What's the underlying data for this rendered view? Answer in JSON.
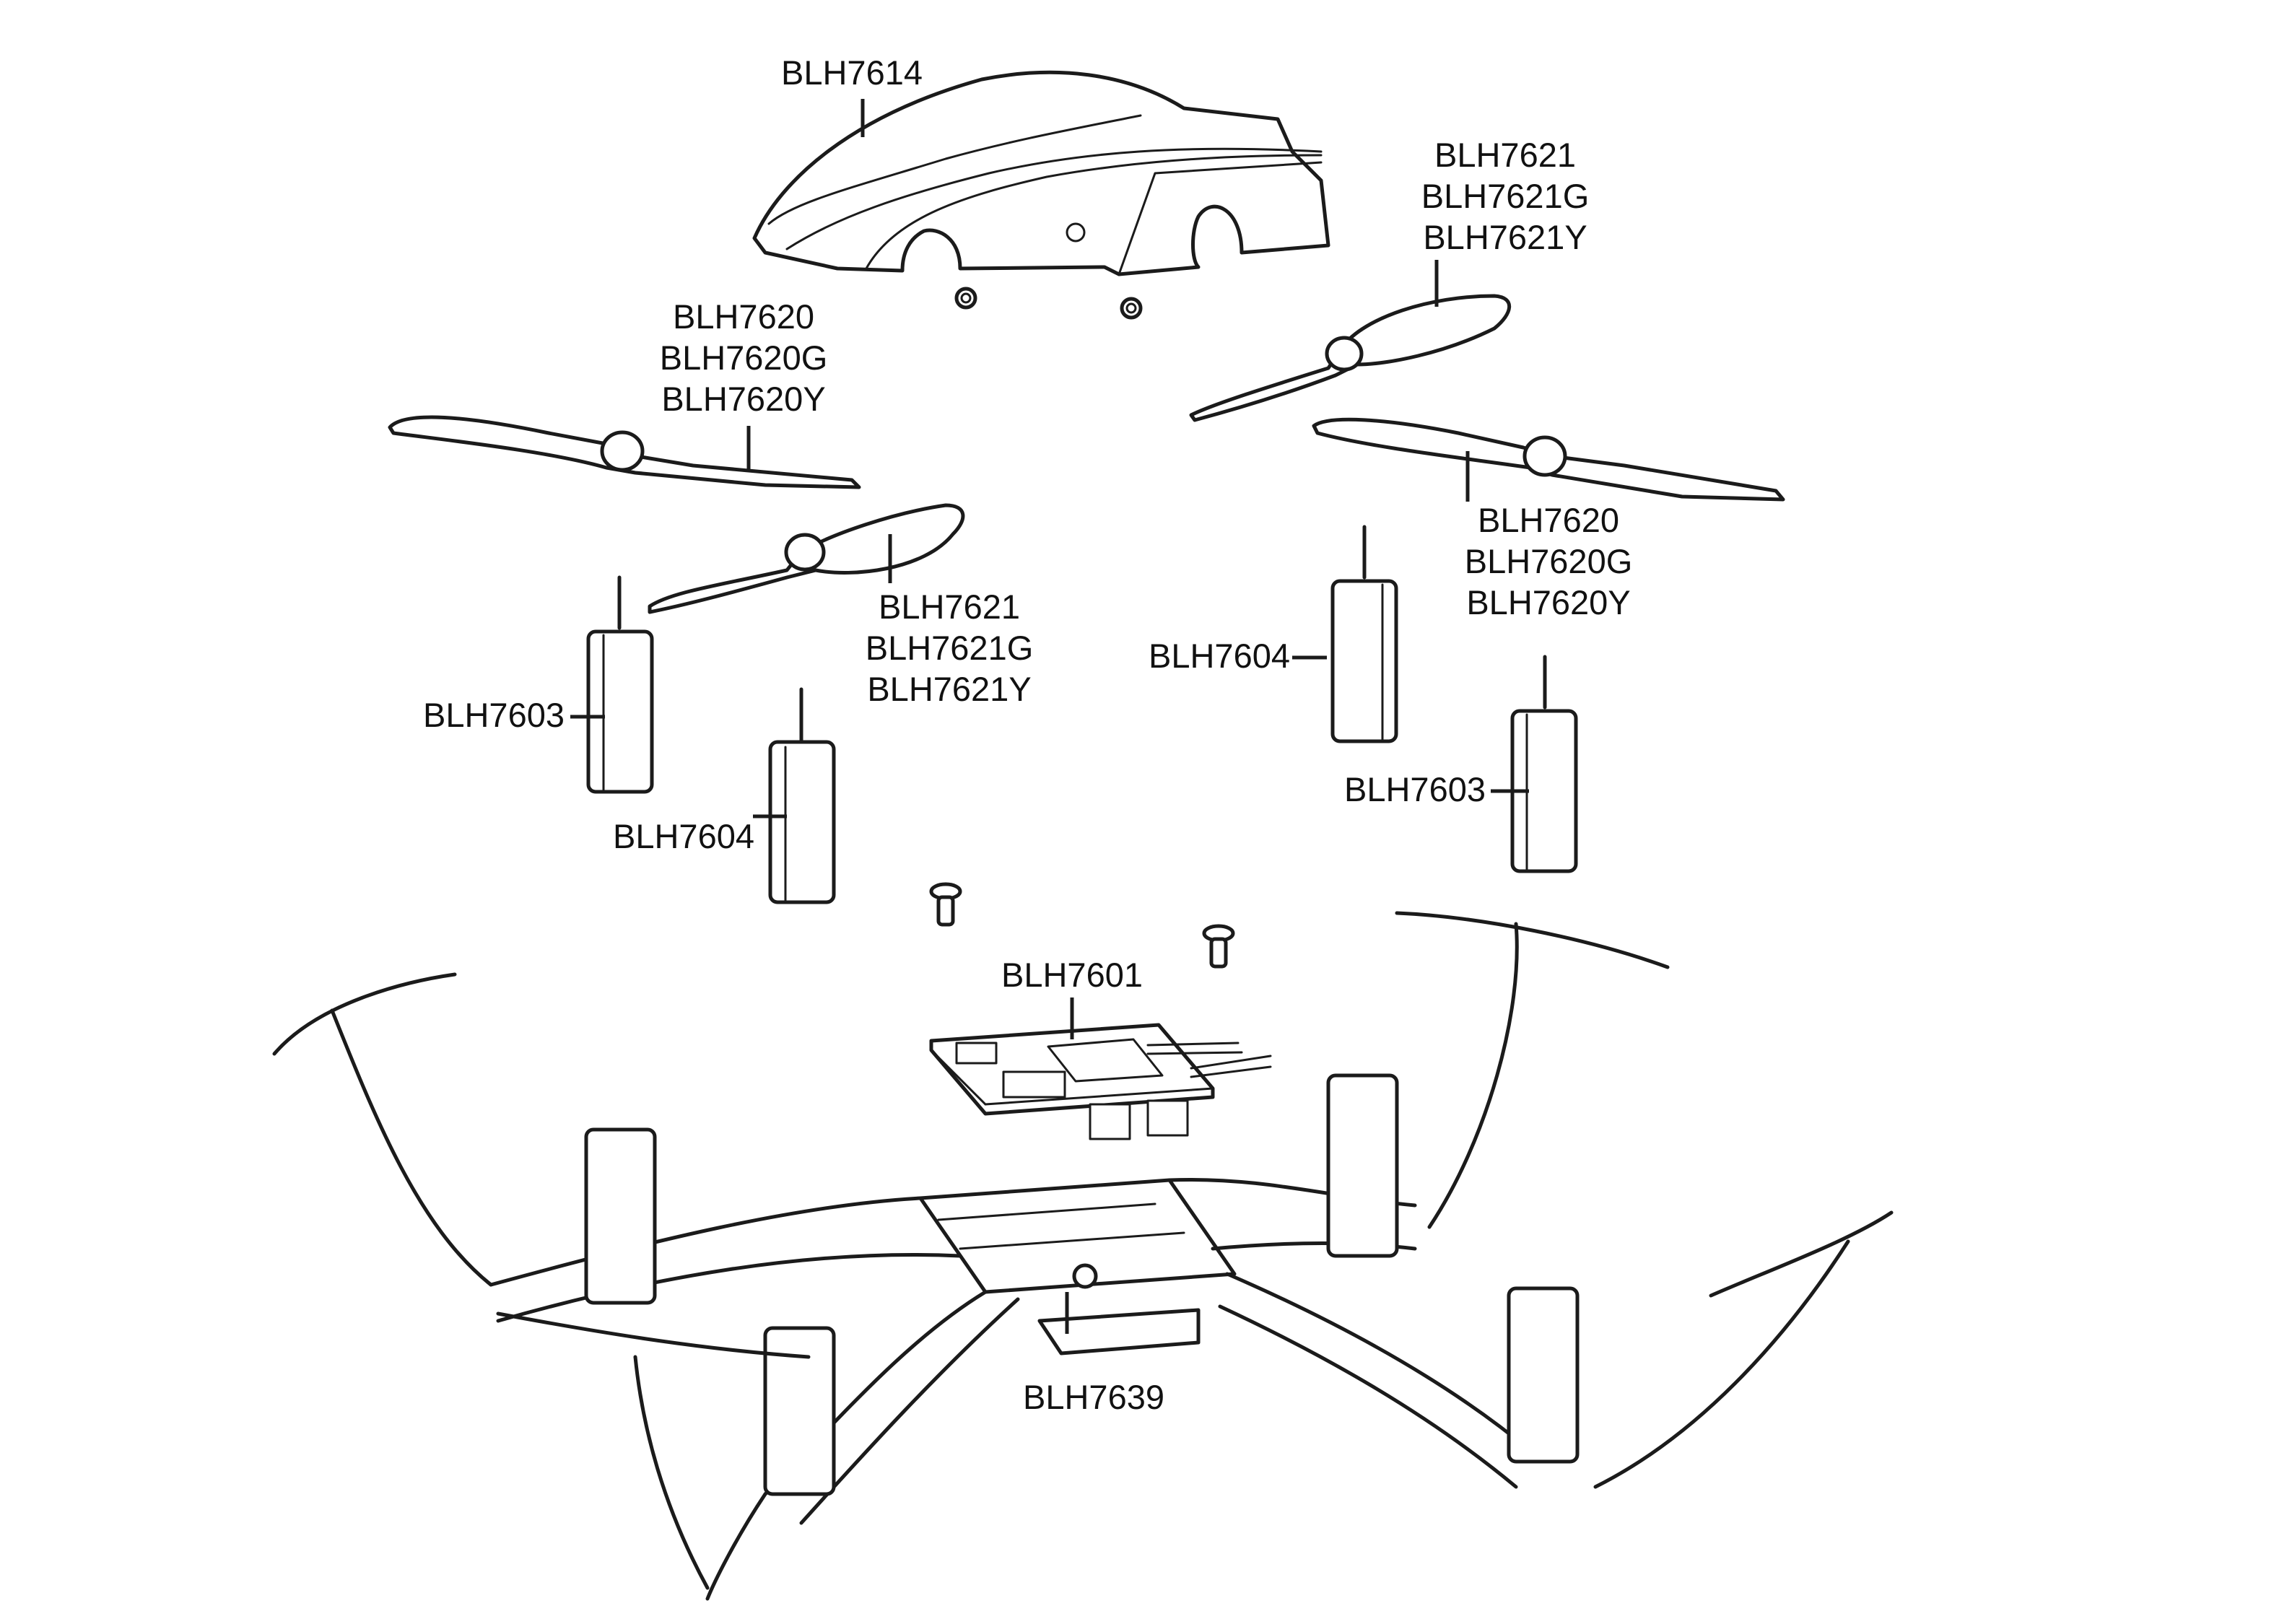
{
  "diagram": {
    "type": "exploded-parts-view",
    "colors": {
      "line": "#1b1b1b",
      "background": "#ffffff"
    }
  },
  "parts": {
    "canopy": {
      "codes": [
        "BLH7614"
      ]
    },
    "prop_left_a": {
      "codes": [
        "BLH7620",
        "BLH7620G",
        "BLH7620Y"
      ]
    },
    "prop_right_a": {
      "codes": [
        "BLH7621",
        "BLH7621G",
        "BLH7621Y"
      ]
    },
    "prop_left_b": {
      "codes": [
        "BLH7621",
        "BLH7621G",
        "BLH7621Y"
      ]
    },
    "prop_right_b": {
      "codes": [
        "BLH7620",
        "BLH7620G",
        "BLH7620Y"
      ]
    },
    "motor_left_a": {
      "codes": [
        "BLH7603"
      ]
    },
    "motor_left_b": {
      "codes": [
        "BLH7604"
      ]
    },
    "motor_right_a": {
      "codes": [
        "BLH7604"
      ]
    },
    "motor_right_b": {
      "codes": [
        "BLH7603"
      ]
    },
    "board": {
      "codes": [
        "BLH7601"
      ]
    },
    "frame": {
      "codes": [
        "BLH7639"
      ]
    }
  }
}
